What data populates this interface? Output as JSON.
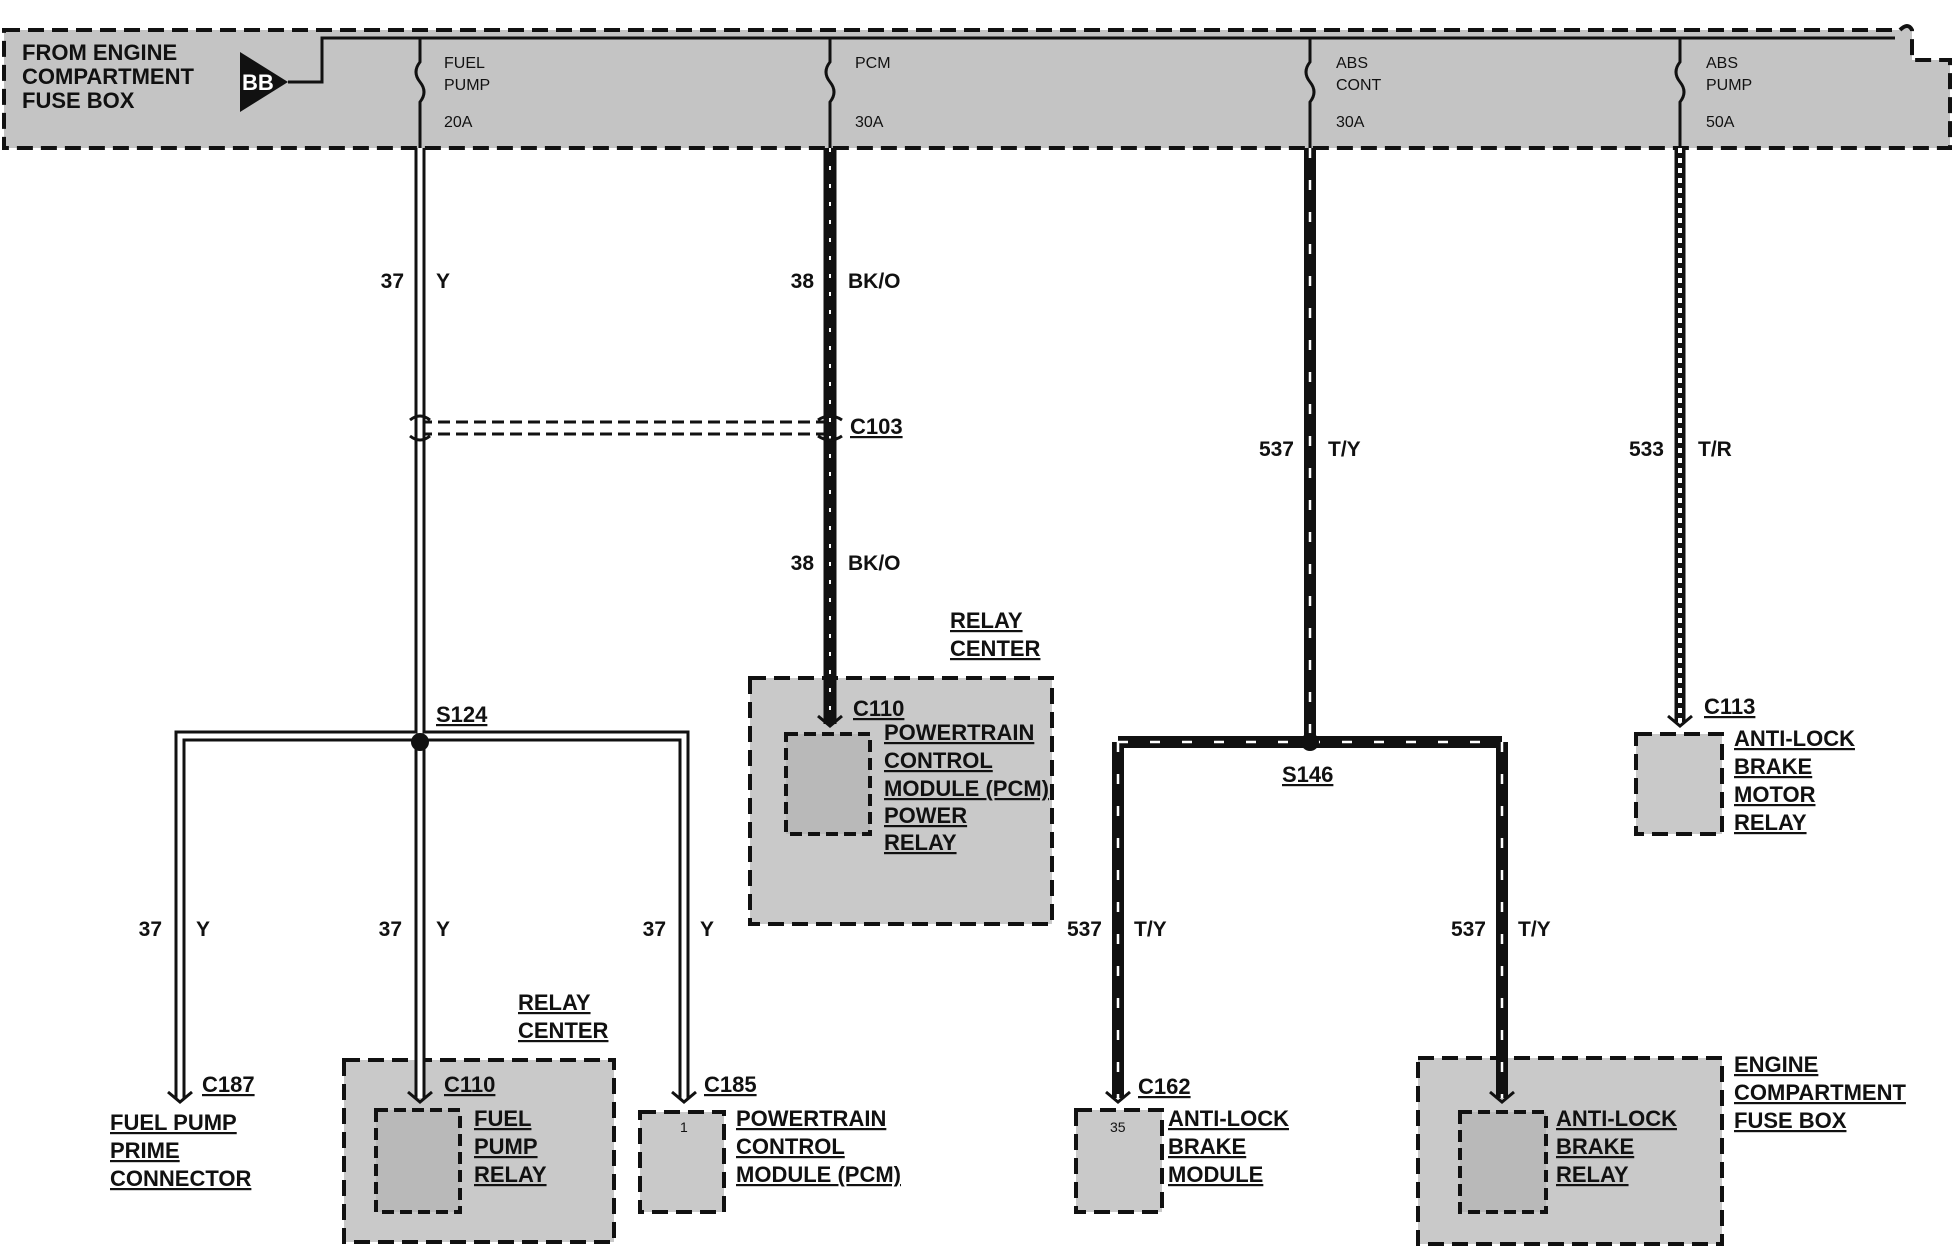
{
  "header": {
    "source_label": [
      "FROM ENGINE",
      "COMPARTMENT",
      "FUSE BOX"
    ],
    "badge": "BB"
  },
  "fuses": [
    {
      "name_lines": [
        "FUEL",
        "PUMP"
      ],
      "rating": "20A"
    },
    {
      "name_lines": [
        "PCM"
      ],
      "rating": "30A"
    },
    {
      "name_lines": [
        "ABS",
        "CONT"
      ],
      "rating": "30A"
    },
    {
      "name_lines": [
        "ABS",
        "PUMP"
      ],
      "rating": "50A"
    }
  ],
  "wires": {
    "fuel_top": {
      "circuit": "37",
      "color": "Y"
    },
    "pcm_top": {
      "circuit": "38",
      "color": "BK/O"
    },
    "pcm_mid": {
      "circuit": "38",
      "color": "BK/O"
    },
    "abs_cont": {
      "circuit": "537",
      "color": "T/Y"
    },
    "abs_pump": {
      "circuit": "533",
      "color": "T/R"
    },
    "branch_left": {
      "circuit": "37",
      "color": "Y"
    },
    "branch_mid": {
      "circuit": "37",
      "color": "Y"
    },
    "branch_right": {
      "circuit": "37",
      "color": "Y"
    },
    "s146_left": {
      "circuit": "537",
      "color": "T/Y"
    },
    "s146_right": {
      "circuit": "537",
      "color": "T/Y"
    }
  },
  "connectors": {
    "c103": "C103",
    "s124": "S124",
    "s146": "S146",
    "c110_pcm": "C110",
    "c113": "C113",
    "c187": "C187",
    "c110_fuel": "C110",
    "c185": "C185",
    "c162": "C162"
  },
  "pins": {
    "c185": "1",
    "c162": "35"
  },
  "components": {
    "relay_center_top": [
      "RELAY",
      "CENTER"
    ],
    "pcm_relay": [
      "POWERTRAIN",
      "CONTROL",
      "MODULE (PCM)",
      "POWER",
      "RELAY"
    ],
    "abs_motor_relay": [
      "ANTI-LOCK",
      "BRAKE",
      "MOTOR",
      "RELAY"
    ],
    "fuel_prime": [
      "FUEL PUMP",
      "PRIME",
      "CONNECTOR"
    ],
    "relay_center_bottom": [
      "RELAY",
      "CENTER"
    ],
    "fuel_pump_relay": [
      "FUEL",
      "PUMP",
      "RELAY"
    ],
    "pcm": [
      "POWERTRAIN",
      "CONTROL",
      "MODULE (PCM)"
    ],
    "abs_module": [
      "ANTI-LOCK",
      "BRAKE",
      "MODULE"
    ],
    "engine_fuse_box": [
      "ENGINE",
      "COMPARTMENT",
      "FUSE BOX"
    ],
    "abs_relay": [
      "ANTI-LOCK",
      "BRAKE",
      "RELAY"
    ]
  },
  "colors": {
    "ink": "#111111",
    "box_fill": "#c9c9c9",
    "header_fill": "#c4c4c4"
  }
}
